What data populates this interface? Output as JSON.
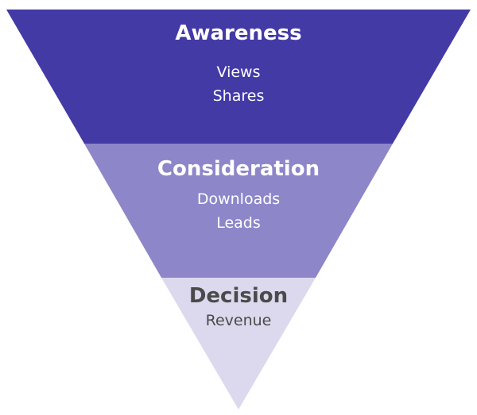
{
  "funnel": {
    "stages": [
      {
        "title": "Awareness",
        "metrics": [
          "Views",
          "Shares"
        ],
        "fill": "#433AA6",
        "text_color": "#FFFFFF"
      },
      {
        "title": "Consideration",
        "metrics": [
          "Downloads",
          "Leads"
        ],
        "fill": "#8D86C9",
        "text_color": "#FFFFFF"
      },
      {
        "title": "Decision",
        "metrics": [
          "Revenue"
        ],
        "fill": "#DCD9EE",
        "text_color": "#4A4A4A"
      }
    ]
  }
}
